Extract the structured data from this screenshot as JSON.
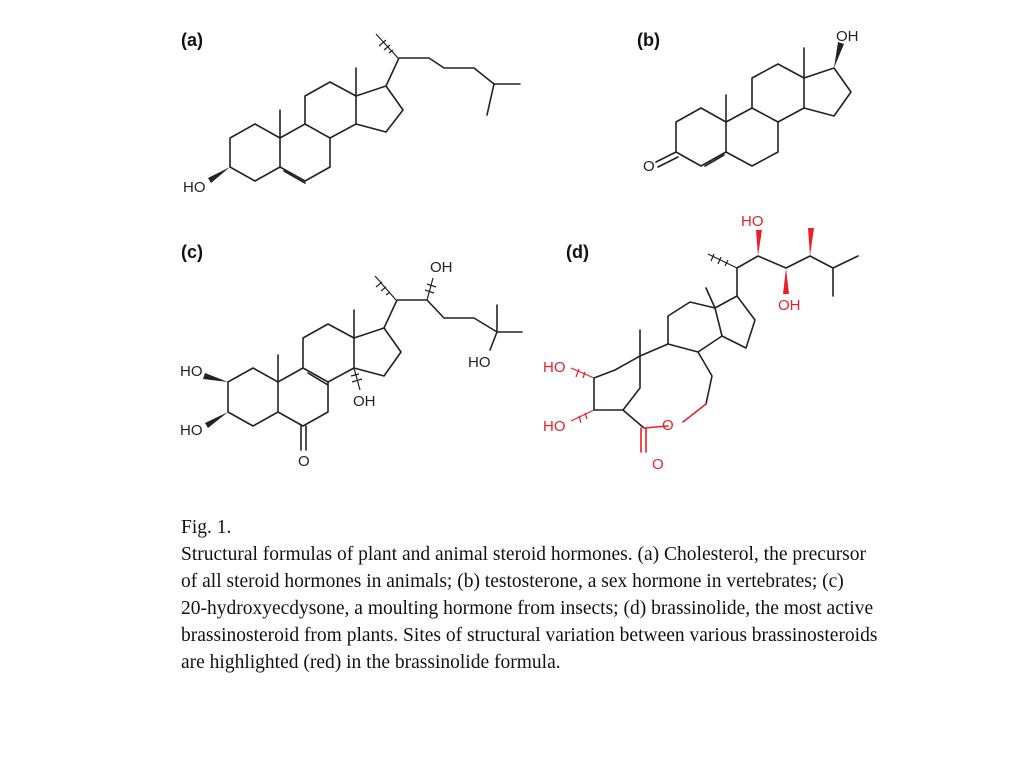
{
  "panels": [
    {
      "label": "(a)",
      "atoms": {
        "ho": "HO"
      }
    },
    {
      "label": "(b)",
      "atoms": {
        "oh": "OH",
        "o": "O"
      }
    },
    {
      "label": "(c)",
      "atoms": {
        "ho_top": "OH",
        "ho_side": "HO",
        "ho1": "HO",
        "ho2": "HO",
        "oh_c14": "OH",
        "o": "O"
      }
    },
    {
      "label": "(d)",
      "atoms": {
        "ho_top": "HO",
        "oh_mid": "OH",
        "ho1": "HO",
        "ho2": "HO",
        "o_ring": "O",
        "o_keto": "O"
      }
    }
  ],
  "caption": {
    "title": "Fig. 1.",
    "lines": [
      "Structural formulas of plant and animal steroid hormones. (a) Cholesterol, the precursor",
      "of all steroid hormones in animals; (b) testosterone, a sex hormone in vertebrates; (c)",
      "20-hydroxyecdysone, a moulting hormone from insects; (d) brassinolide, the most active",
      "brassinosteroid from plants. Sites of structural variation between various brassinosteroids",
      "are highlighted (red) in the brassinolide formula."
    ]
  },
  "colors": {
    "highlight": "#e8202a",
    "ink": "#222222"
  }
}
